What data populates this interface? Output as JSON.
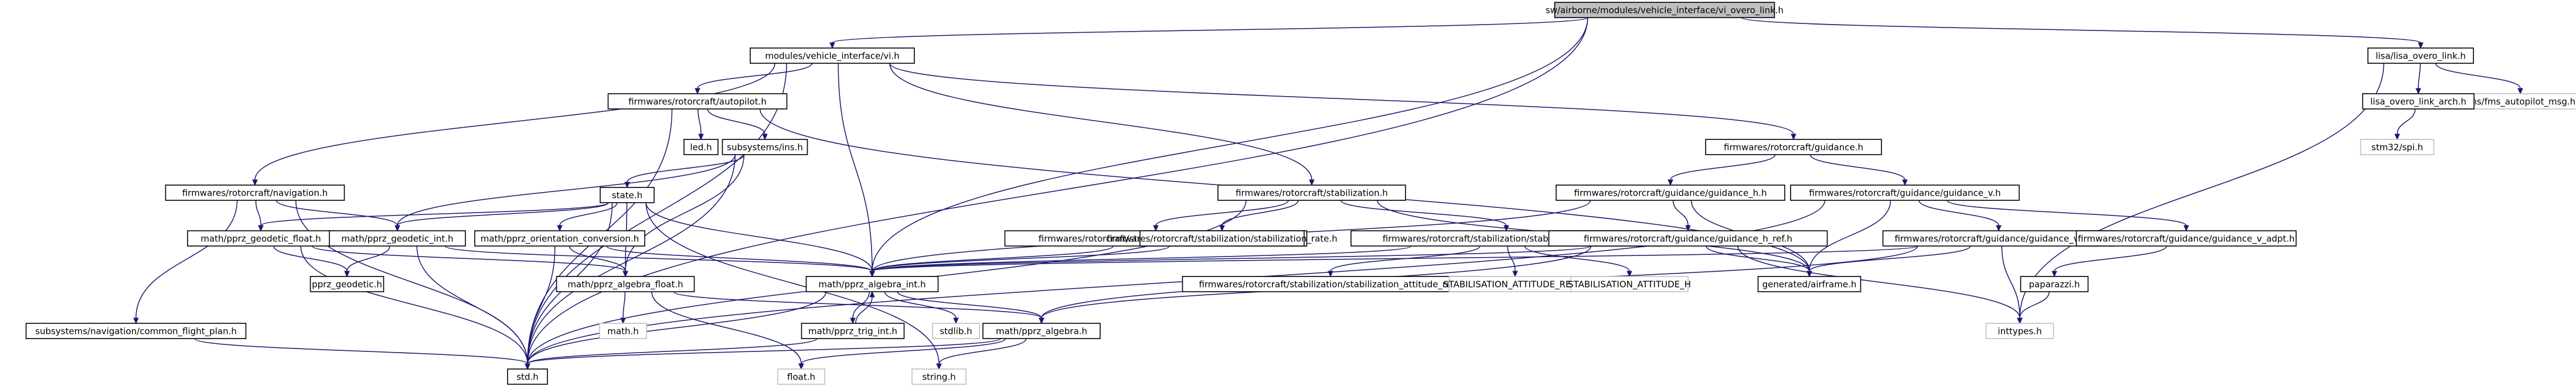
{
  "nodes": [
    {
      "id": "root",
      "label": "sw/airborne/modules/vehicle_interface/vi_overo_link.h",
      "style": "root"
    },
    {
      "id": "vi",
      "label": "modules/vehicle_interface/vi.h"
    },
    {
      "id": "lisa_overo_link",
      "label": "lisa/lisa_overo_link.h"
    },
    {
      "id": "fms_autopilot_msg",
      "label": "fms/fms_autopilot_msg.h",
      "style": "grey"
    },
    {
      "id": "lisa_overo_link_arch",
      "label": "lisa_overo_link_arch.h"
    },
    {
      "id": "stm32spi",
      "label": "stm32/spi.h",
      "style": "grey"
    },
    {
      "id": "autopilot",
      "label": "firmwares/rotorcraft/autopilot.h"
    },
    {
      "id": "led",
      "label": "led.h"
    },
    {
      "id": "subsystems_ins",
      "label": "subsystems/ins.h"
    },
    {
      "id": "guidance",
      "label": "firmwares/rotorcraft/guidance.h"
    },
    {
      "id": "guidance_h",
      "label": "firmwares/rotorcraft/guidance/guidance_h.h"
    },
    {
      "id": "guidance_v",
      "label": "firmwares/rotorcraft/guidance/guidance_v.h"
    },
    {
      "id": "navigation",
      "label": "firmwares/rotorcraft/navigation.h"
    },
    {
      "id": "state",
      "label": "state.h"
    },
    {
      "id": "stabilization",
      "label": "firmwares/rotorcraft/stabilization.h"
    },
    {
      "id": "geodetic_float",
      "label": "math/pprz_geodetic_float.h"
    },
    {
      "id": "geodetic_int",
      "label": "math/pprz_geodetic_int.h"
    },
    {
      "id": "orientation_conv",
      "label": "math/pprz_orientation_conversion.h"
    },
    {
      "id": "stab_none",
      "label": "firmwares/rotorcraft/stabilization/stabilization_none.h"
    },
    {
      "id": "stab_rate",
      "label": "firmwares/rotorcraft/stabilization/stabilization_rate.h"
    },
    {
      "id": "stab_att",
      "label": "firmwares/rotorcraft/stabilization/stabilization_attitude.h"
    },
    {
      "id": "guidance_h_ref",
      "label": "firmwares/rotorcraft/guidance/guidance_h_ref.h"
    },
    {
      "id": "guidance_v_ref",
      "label": "firmwares/rotorcraft/guidance/guidance_v_ref.h"
    },
    {
      "id": "guidance_v_adpt",
      "label": "firmwares/rotorcraft/guidance/guidance_v_adpt.h"
    },
    {
      "id": "pprz_geodetic",
      "label": "pprz_geodetic.h"
    },
    {
      "id": "algebra_float",
      "label": "math/pprz_algebra_float.h"
    },
    {
      "id": "algebra_int",
      "label": "math/pprz_algebra_int.h"
    },
    {
      "id": "stab_att_ref",
      "label": "firmwares/rotorcraft/stabilization/stabilization_attitude_ref.h"
    },
    {
      "id": "stab_att_rex",
      "label": "STABILISATION_ATTITUDE_REF_H",
      "style": "grey"
    },
    {
      "id": "stab_att_h",
      "label": "STABILISATION_ATTITUDE_H",
      "style": "grey"
    },
    {
      "id": "airframe",
      "label": "generated/airframe.h"
    },
    {
      "id": "paparazzi",
      "label": "paparazzi.h"
    },
    {
      "id": "common_flight_plan",
      "label": "subsystems/navigation/common_flight_plan.h"
    },
    {
      "id": "math_h",
      "label": "math.h",
      "style": "grey"
    },
    {
      "id": "trig_int",
      "label": "math/pprz_trig_int.h"
    },
    {
      "id": "stdlib",
      "label": "stdlib.h",
      "style": "grey"
    },
    {
      "id": "algebra",
      "label": "math/pprz_algebra.h"
    },
    {
      "id": "inttypes",
      "label": "inttypes.h",
      "style": "grey"
    },
    {
      "id": "std",
      "label": "std.h"
    },
    {
      "id": "float_h",
      "label": "float.h",
      "style": "grey"
    },
    {
      "id": "string_h",
      "label": "string.h",
      "style": "grey"
    }
  ],
  "edges": [
    [
      "root",
      "vi"
    ],
    [
      "root",
      "lisa_overo_link"
    ],
    [
      "root",
      "algebra_int"
    ],
    [
      "root",
      "std"
    ],
    [
      "lisa_overo_link",
      "lisa_overo_link_arch"
    ],
    [
      "lisa_overo_link",
      "fms_autopilot_msg"
    ],
    [
      "lisa_overo_link",
      "inttypes"
    ],
    [
      "lisa_overo_link_arch",
      "stm32spi"
    ],
    [
      "vi",
      "autopilot"
    ],
    [
      "vi",
      "guidance"
    ],
    [
      "vi",
      "navigation"
    ],
    [
      "vi",
      "stabilization"
    ],
    [
      "vi",
      "algebra_int"
    ],
    [
      "vi",
      "std"
    ],
    [
      "autopilot",
      "led"
    ],
    [
      "autopilot",
      "subsystems_ins"
    ],
    [
      "autopilot",
      "airframe"
    ],
    [
      "autopilot",
      "std"
    ],
    [
      "subsystems_ins",
      "state"
    ],
    [
      "subsystems_ins",
      "geodetic_int"
    ],
    [
      "subsystems_ins",
      "algebra_float"
    ],
    [
      "subsystems_ins",
      "std"
    ],
    [
      "guidance",
      "guidance_h"
    ],
    [
      "guidance",
      "guidance_v"
    ],
    [
      "guidance_h",
      "guidance_h_ref"
    ],
    [
      "guidance_h",
      "algebra_int"
    ],
    [
      "guidance_h",
      "airframe"
    ],
    [
      "guidance_v",
      "guidance_v_ref"
    ],
    [
      "guidance_v",
      "guidance_v_adpt"
    ],
    [
      "guidance_v",
      "airframe"
    ],
    [
      "guidance_v",
      "std"
    ],
    [
      "guidance_h_ref",
      "airframe"
    ],
    [
      "guidance_h_ref",
      "algebra_int"
    ],
    [
      "guidance_h_ref",
      "algebra"
    ],
    [
      "guidance_h_ref",
      "inttypes"
    ],
    [
      "guidance_v_ref",
      "airframe"
    ],
    [
      "guidance_v_ref",
      "algebra_int"
    ],
    [
      "guidance_v_ref",
      "inttypes"
    ],
    [
      "guidance_v_ref",
      "algebra"
    ],
    [
      "guidance_v_adpt",
      "paparazzi"
    ],
    [
      "paparazzi",
      "inttypes"
    ],
    [
      "navigation",
      "geodetic_float"
    ],
    [
      "navigation",
      "geodetic_int"
    ],
    [
      "navigation",
      "common_flight_plan"
    ],
    [
      "navigation",
      "std"
    ],
    [
      "state",
      "geodetic_float"
    ],
    [
      "state",
      "geodetic_int"
    ],
    [
      "state",
      "orientation_conv"
    ],
    [
      "state",
      "algebra_float"
    ],
    [
      "state",
      "algebra_int"
    ],
    [
      "state",
      "std"
    ],
    [
      "state",
      "string_h"
    ],
    [
      "stabilization",
      "stab_none"
    ],
    [
      "stabilization",
      "stab_rate"
    ],
    [
      "stabilization",
      "stab_att"
    ],
    [
      "stabilization",
      "airframe"
    ],
    [
      "stabilization",
      "std"
    ],
    [
      "stab_none",
      "algebra_int"
    ],
    [
      "stab_rate",
      "algebra_int"
    ],
    [
      "stab_att",
      "stab_att_ref"
    ],
    [
      "stab_att",
      "stab_att_rex"
    ],
    [
      "stab_att",
      "stab_att_h"
    ],
    [
      "stab_att",
      "algebra_int"
    ],
    [
      "geodetic_float",
      "pprz_geodetic"
    ],
    [
      "geodetic_float",
      "algebra_float"
    ],
    [
      "geodetic_float",
      "std"
    ],
    [
      "geodetic_int",
      "pprz_geodetic"
    ],
    [
      "geodetic_int",
      "algebra_int"
    ],
    [
      "geodetic_int",
      "std"
    ],
    [
      "orientation_conv",
      "algebra_float"
    ],
    [
      "orientation_conv",
      "algebra_int"
    ],
    [
      "orientation_conv",
      "std"
    ],
    [
      "algebra_float",
      "algebra"
    ],
    [
      "algebra_float",
      "math_h"
    ],
    [
      "algebra_float",
      "float_h"
    ],
    [
      "algebra_int",
      "algebra"
    ],
    [
      "algebra_int",
      "trig_int"
    ],
    [
      "algebra_int",
      "stdlib"
    ],
    [
      "algebra_int",
      "std"
    ],
    [
      "trig_int",
      "algebra_int"
    ],
    [
      "trig_int",
      "std"
    ],
    [
      "algebra",
      "std"
    ],
    [
      "algebra",
      "float_h"
    ],
    [
      "algebra",
      "string_h"
    ],
    [
      "common_flight_plan",
      "std"
    ]
  ]
}
